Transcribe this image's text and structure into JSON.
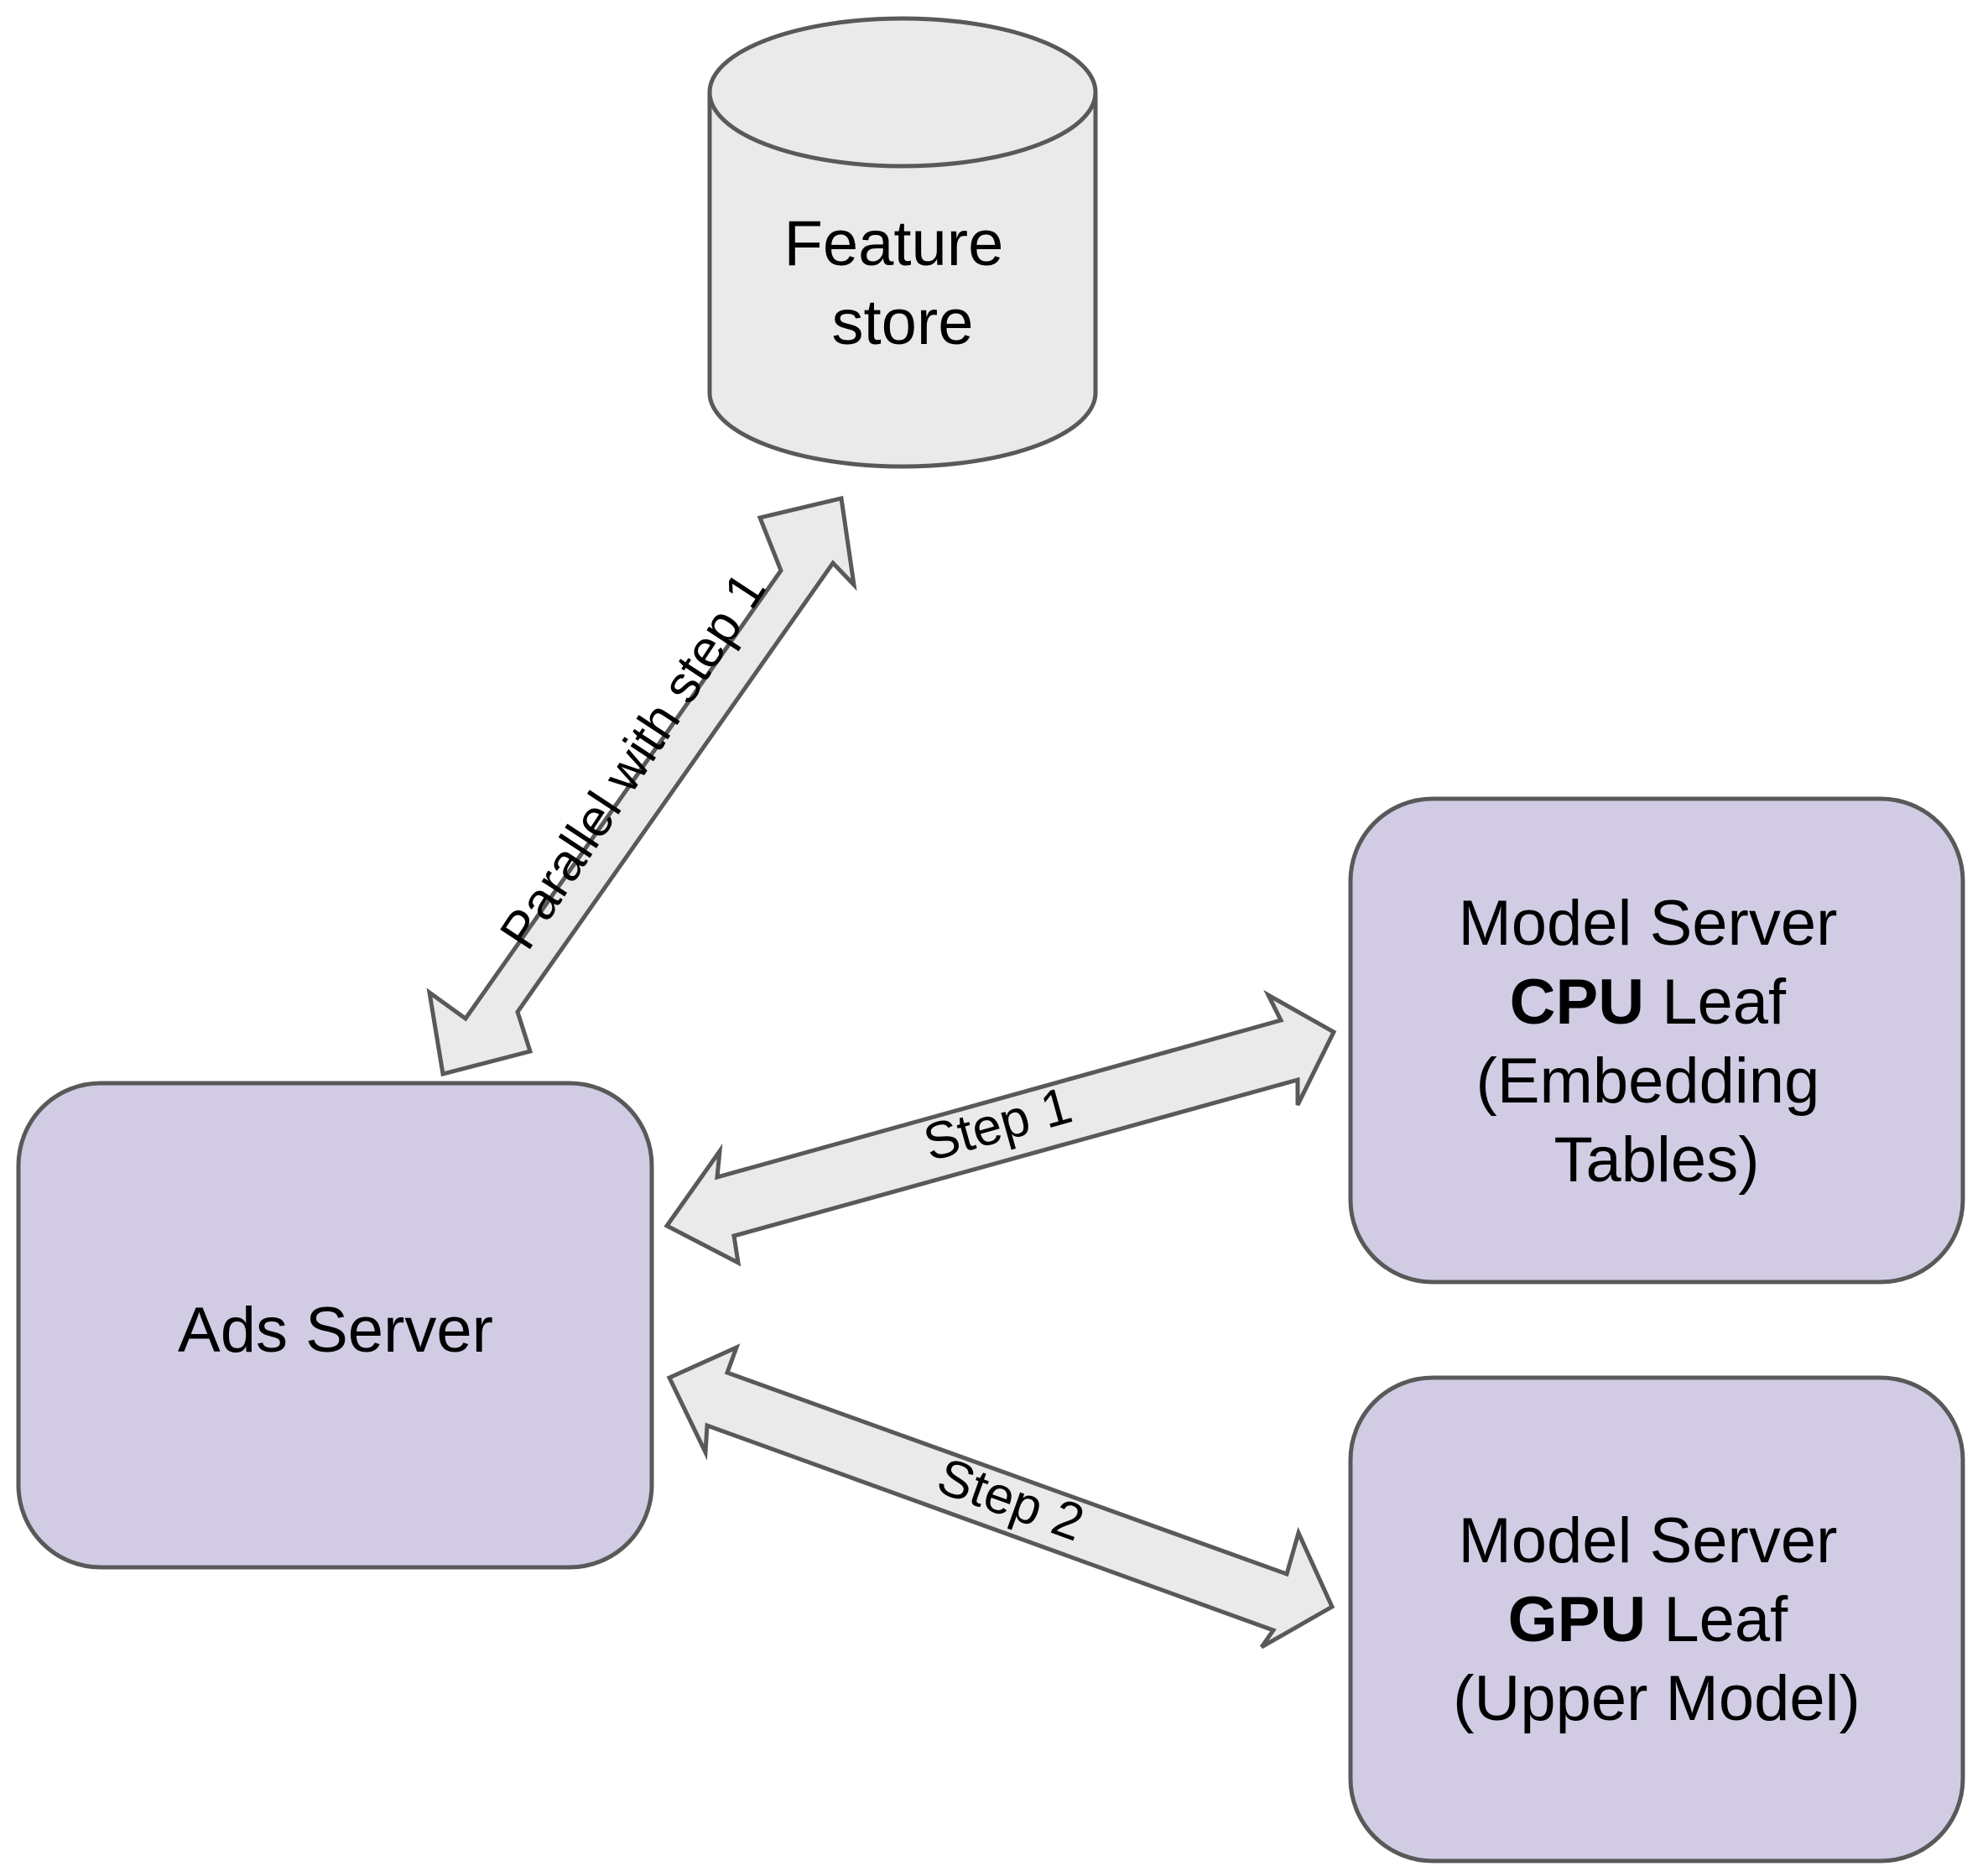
{
  "colors": {
    "server_fill": "#d1cce3",
    "store_fill": "#eaeaea",
    "arrow_fill": "#eaeaea",
    "outline": "#595959",
    "text": "#000000"
  },
  "nodes": {
    "feature_store": {
      "shape": "cylinder",
      "lines": [
        "Feature",
        "store"
      ]
    },
    "ads_server": {
      "shape": "rounded-rectangle",
      "label": "Ads Server"
    },
    "cpu_leaf": {
      "shape": "rounded-rectangle",
      "line1": "Model Server",
      "line2_bold": "CPU",
      "line2_rest": " Leaf",
      "line3": "(Embedding",
      "line4": "Tables)"
    },
    "gpu_leaf": {
      "shape": "rounded-rectangle",
      "line1": "Model Server",
      "line2_bold": "GPU",
      "line2_rest": " Leaf",
      "line3": "(Upper Model)"
    }
  },
  "edges": [
    {
      "from": "ads_server",
      "to": "feature_store",
      "direction": "bidirectional",
      "label": "Parallel with step 1"
    },
    {
      "from": "ads_server",
      "to": "cpu_leaf",
      "direction": "bidirectional",
      "label": "Step 1"
    },
    {
      "from": "ads_server",
      "to": "gpu_leaf",
      "direction": "bidirectional",
      "label": "Step 2"
    }
  ]
}
